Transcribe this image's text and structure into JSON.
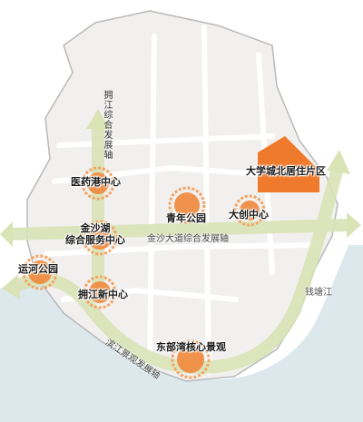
{
  "colors": {
    "land": "#f1f0ee",
    "land_border": "#b9b9b9",
    "river": "#dde8ec",
    "road": "#ffffff",
    "axis": "#d9e3b6",
    "axis_arrow": "#a4c46c",
    "node": "#f08a3e",
    "node_ring": "#f4a463",
    "residential": "#f07a2c"
  },
  "labels": {
    "yiyaogang": "医药港中心",
    "jinshahu_line1": "金沙湖",
    "jinshahu_line2": "综合服务中心",
    "qingnian": "青年公园",
    "dachuang": "大创中心",
    "daxuecheng": "大学城北居住片区",
    "yunhe": "运河公园",
    "yongjiang": "拥江新中心",
    "dongbuwan": "东部湾核心景观"
  },
  "axes": {
    "north_south": "拥江综合发展轴",
    "jinsha_avenue": "金沙大道综合发展轴",
    "riverside": "滨江景观发展轴"
  },
  "river_name": "钱塘江"
}
